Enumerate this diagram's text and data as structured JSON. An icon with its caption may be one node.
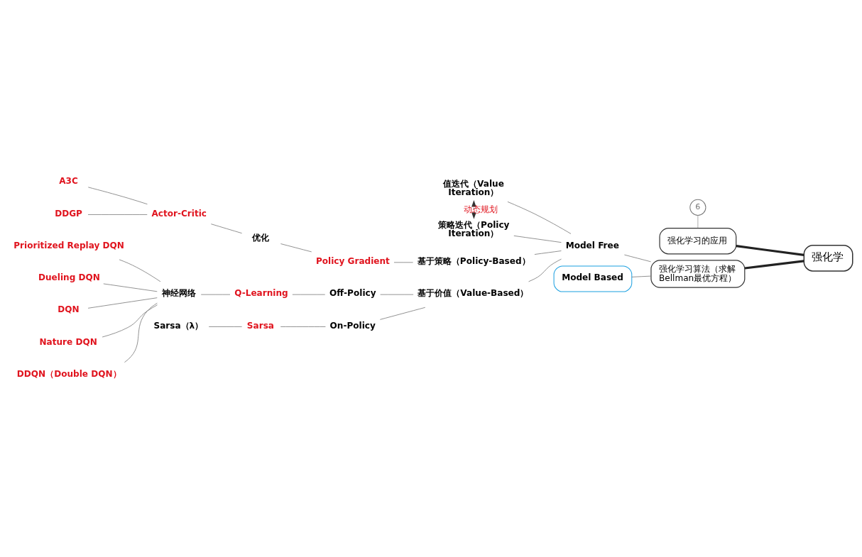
{
  "diagram": {
    "nodes": [
      {
        "text": [
          "强化学"
        ]
      },
      {
        "text": [
          "强化学习的应用"
        ],
        "beside": [
          "6"
        ]
      },
      {
        "text": [
          "强化学习算法（求解 Bellman最优方程）"
        ]
      },
      {
        "text": [
          "Model Free"
        ]
      },
      {
        "text": [
          "Model Based"
        ]
      },
      {
        "text": [
          "值迭代（Value Iteration）"
        ]
      },
      {
        "text": [
          "策略迭代（Policy Iteration）"
        ]
      },
      {
        "text": [
          "基于策略（Policy-Based）"
        ]
      },
      {
        "text": [
          "基于价值（Value-Based）"
        ]
      },
      {
        "text": [
          "Policy Gradient"
        ]
      },
      {
        "text": [
          "优化"
        ]
      },
      {
        "text": [
          "Actor-Critic"
        ]
      },
      {
        "text": [
          "DDGP"
        ]
      },
      {
        "text": [
          "A3C"
        ]
      },
      {
        "text": [
          "On-Policy"
        ]
      },
      {
        "text": [
          "Off-Policy"
        ]
      },
      {
        "text": [
          "Sarsa"
        ]
      },
      {
        "text": [
          "Sarsa（λ）"
        ]
      },
      {
        "text": [
          "Q-Learning"
        ]
      },
      {
        "text": [
          "神经网络"
        ]
      },
      {
        "text": [
          "DQN"
        ]
      },
      {
        "text": [
          "Nature DQN"
        ]
      },
      {
        "text": [
          "DDQN（Double DQN）"
        ]
      },
      {
        "text": [
          "Prioritized Replay DQN"
        ]
      },
      {
        "text": [
          "Dueling DQN"
        ]
      }
    ],
    "edges": [
      {
        "from": 0,
        "to": 1,
        "arrow": "none",
        "style": "thick"
      },
      {
        "from": 0,
        "to": 2,
        "arrow": "none",
        "style": "thick"
      },
      {
        "from": 2,
        "to": 3,
        "arrow": "none"
      },
      {
        "from": 2,
        "to": 4,
        "arrow": "none"
      },
      {
        "from": 3,
        "to": 5,
        "arrow": "none"
      },
      {
        "from": 3,
        "to": 6,
        "arrow": "none"
      },
      {
        "from": 3,
        "to": 7,
        "arrow": "none"
      },
      {
        "from": 3,
        "to": 8,
        "arrow": "none"
      },
      {
        "from": 6,
        "to": 5,
        "arrow": "both",
        "style": "dashed",
        "label": "动态规划"
      },
      {
        "from": 7,
        "to": 9,
        "arrow": "none"
      },
      {
        "from": 9,
        "to": 10,
        "arrow": "none"
      },
      {
        "from": 10,
        "to": 11,
        "arrow": "none"
      },
      {
        "from": 11,
        "to": 12,
        "arrow": "none"
      },
      {
        "from": 11,
        "to": 13,
        "arrow": "none"
      },
      {
        "from": 8,
        "to": 14,
        "arrow": "none"
      },
      {
        "from": 8,
        "to": 15,
        "arrow": "none"
      },
      {
        "from": 14,
        "to": 16,
        "arrow": "none"
      },
      {
        "from": 16,
        "to": 17,
        "arrow": "none"
      },
      {
        "from": 15,
        "to": 18,
        "arrow": "none"
      },
      {
        "from": 18,
        "to": 19,
        "arrow": "none"
      },
      {
        "from": 19,
        "to": 20,
        "arrow": "none"
      },
      {
        "from": 19,
        "to": 21,
        "arrow": "none"
      },
      {
        "from": 19,
        "to": 22,
        "arrow": "none"
      },
      {
        "from": 19,
        "to": 23,
        "arrow": "none"
      },
      {
        "from": 19,
        "to": 24,
        "arrow": "none"
      }
    ]
  }
}
